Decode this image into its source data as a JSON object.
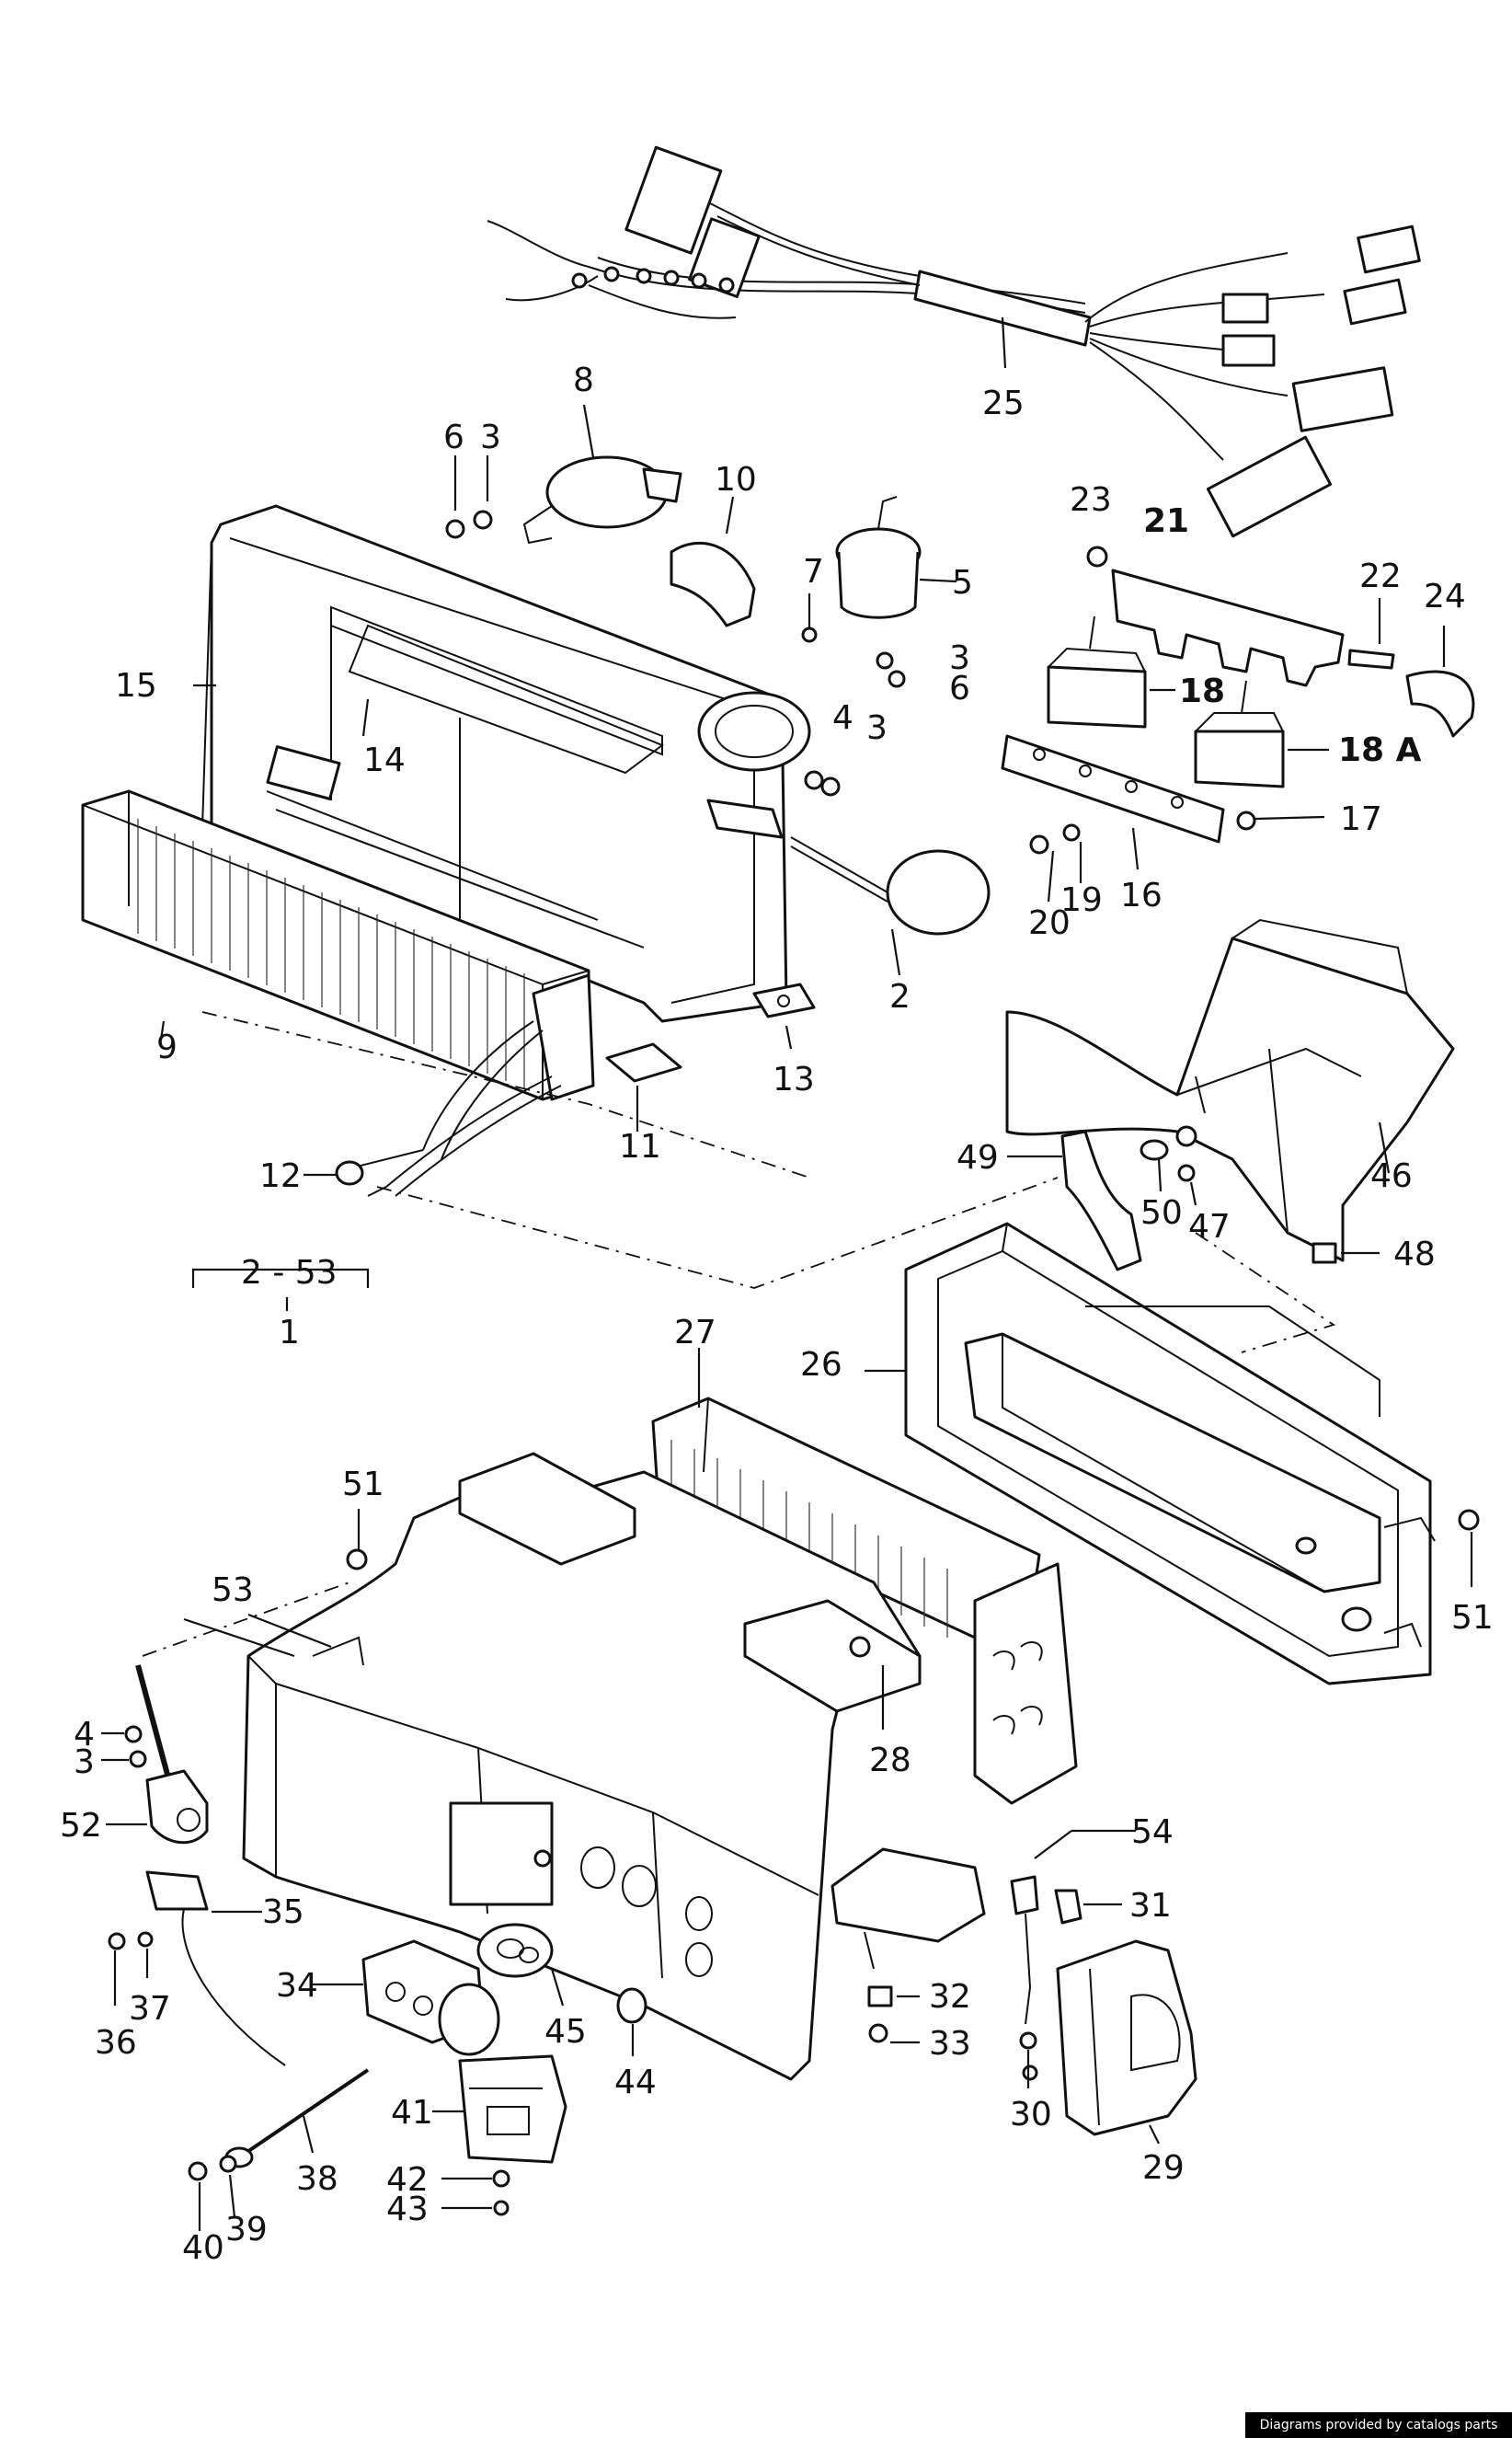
{
  "labels": {
    "l1": "1",
    "l2": "2",
    "l3a": "3",
    "l3b": "3",
    "l3c": "3",
    "l3d": "3",
    "l4a": "4",
    "l4b": "4",
    "l5": "5",
    "l6a": "6",
    "l6b": "6",
    "l7": "7",
    "l8": "8",
    "l9": "9",
    "l10": "10",
    "l11": "11",
    "l12": "12",
    "l13": "13",
    "l14": "14",
    "l15": "15",
    "l16": "16",
    "l17": "17",
    "l18": "18",
    "l18a": "18 A",
    "l19": "19",
    "l20": "20",
    "l21": "21",
    "l22": "22",
    "l23": "23",
    "l24": "24",
    "l25": "25",
    "l26": "26",
    "l27": "27",
    "l28": "28",
    "l29": "29",
    "l30": "30",
    "l31": "31",
    "l32": "32",
    "l33": "33",
    "l34": "34",
    "l35": "35",
    "l36": "36",
    "l37": "37",
    "l38": "38",
    "l39": "39",
    "l40": "40",
    "l41": "41",
    "l42": "42",
    "l43": "43",
    "l44": "44",
    "l45": "45",
    "l46": "46",
    "l47": "47",
    "l48": "48",
    "l49": "49",
    "l50": "50",
    "l51a": "51",
    "l51b": "51",
    "l52": "52",
    "l53": "53",
    "l54": "54",
    "range": "2 - 53"
  },
  "credit": "Diagrams provided by catalogs parts"
}
